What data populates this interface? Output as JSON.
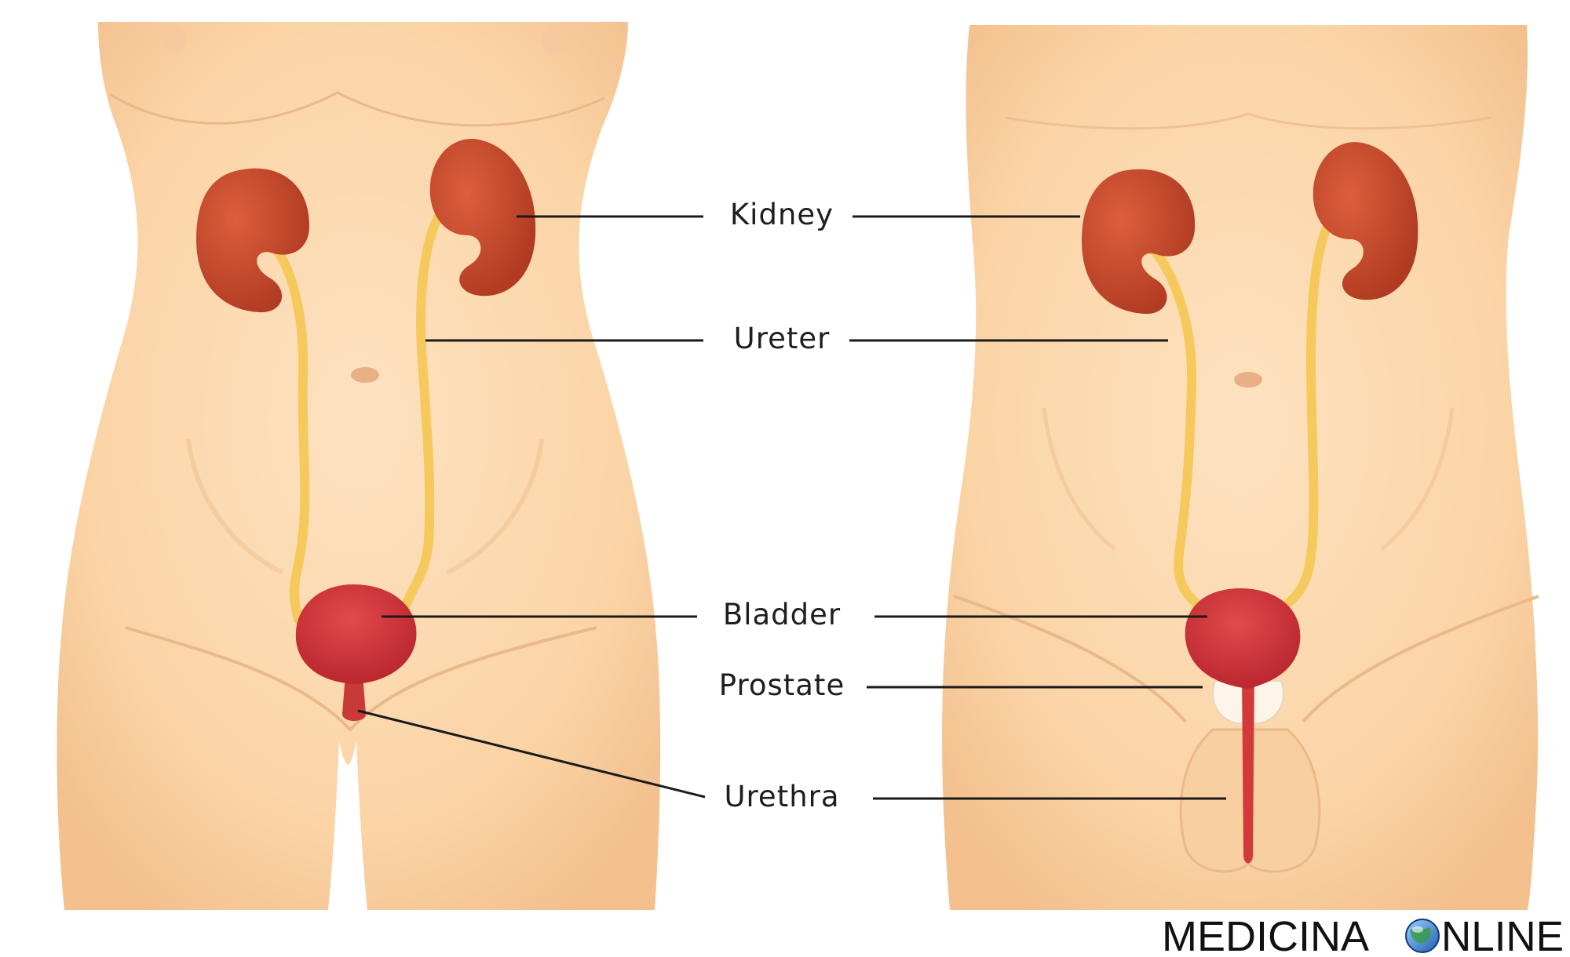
{
  "labels": {
    "kidney": "Kidney",
    "ureter": "Ureter",
    "bladder": "Bladder",
    "prostate": "Prostate",
    "urethra": "Urethra"
  },
  "watermark": {
    "part1": "MEDICINA",
    "part2": "NLINE"
  },
  "colors": {
    "skin": "#fbd7ad",
    "skin_shadow": "#f2c08e",
    "kidney": "#c84a2c",
    "ureter": "#f6c95c",
    "bladder": "#d4333a",
    "prostate": "#fdf4ea",
    "label_text": "#1e1e1e",
    "leader_line": "#1a1a1a"
  }
}
